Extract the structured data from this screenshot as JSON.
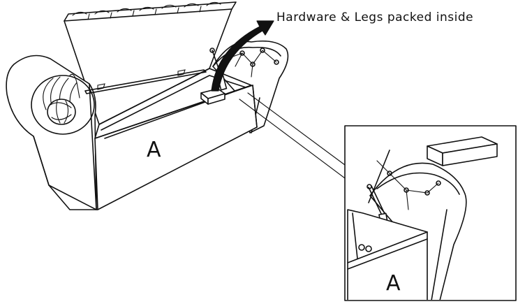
{
  "annotation": {
    "text": "Hardware & Legs packed inside"
  },
  "main_view": {
    "part_label": "A"
  },
  "detail_view": {
    "part_label": "A"
  },
  "colors": {
    "line": "#111111",
    "background": "#ffffff",
    "arrow_fill": "#111111"
  }
}
